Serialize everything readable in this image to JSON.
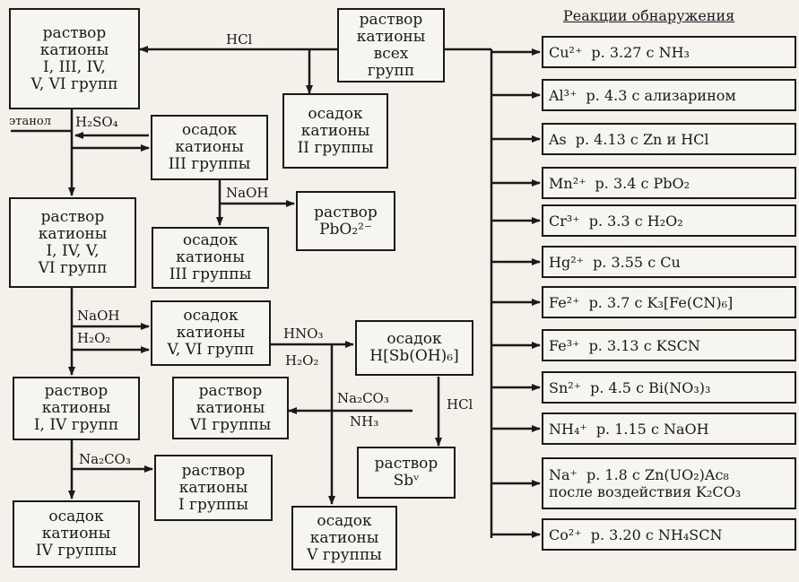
{
  "header": "Реакции обнаружения",
  "boxes": {
    "all_groups": [
      "раствор",
      "катионы",
      "всех",
      "групп"
    ],
    "r_1_6": [
      "раствор",
      "катионы",
      "I, III, IV,",
      "V, VI групп"
    ],
    "s_2": [
      "осадок",
      "катионы",
      "II группы"
    ],
    "s_3a": [
      "осадок",
      "катионы",
      "III группы"
    ],
    "r_pb": [
      "раствор",
      "PbO₂²⁻"
    ],
    "r_1456": [
      "раствор",
      "катионы",
      "I, IV, V,",
      "VI групп"
    ],
    "s_3b": [
      "осадок",
      "катионы",
      "III группы"
    ],
    "s_56": [
      "осадок",
      "катионы",
      "V, VI групп"
    ],
    "s_sb": [
      "осадок",
      "H[Sb(OH)₆]"
    ],
    "r_14": [
      "раствор",
      "катионы",
      "I, IV групп"
    ],
    "r_6": [
      "раствор",
      "катионы",
      "VI группы"
    ],
    "r_sbv": [
      "раствор",
      "Sbᵛ"
    ],
    "r_1": [
      "раствор",
      "катионы",
      "I группы"
    ],
    "s_4": [
      "осадок",
      "катионы",
      "IV группы"
    ],
    "s_5": [
      "осадок",
      "катионы",
      "V группы"
    ]
  },
  "labels": {
    "hcl_top": "HCl",
    "ethanol": "этанол",
    "h2so4": "H₂SO₄",
    "naoh_1": "NaOH",
    "naoh_2": "NaOH",
    "h2o2_1": "H₂O₂",
    "hno3": "HNO₃",
    "h2o2_2": "H₂O₂",
    "na2co3_1": "Na₂CO₃",
    "nh3": "NH₃",
    "hcl_2": "HCl",
    "na2co3_2": "Na₂CO₃"
  },
  "reactions": [
    {
      "ion": "Cu²⁺",
      "text": "р. 3.27 с NH₃"
    },
    {
      "ion": "Al³⁺",
      "text": "р. 4.3 с ализарином"
    },
    {
      "ion": "As",
      "text": "р. 4.13 с Zn и HCl"
    },
    {
      "ion": "Mn²⁺",
      "text": "р. 3.4 с PbO₂"
    },
    {
      "ion": "Cr³⁺",
      "text": "р. 3.3 с H₂O₂"
    },
    {
      "ion": "Hg²⁺",
      "text": "р. 3.55 с Cu"
    },
    {
      "ion": "Fe²⁺",
      "text": "р. 3.7 с K₃[Fe(CN)₆]"
    },
    {
      "ion": "Fe³⁺",
      "text": "р. 3.13 с KSCN"
    },
    {
      "ion": "Sn²⁺",
      "text": "р. 4.5 с Bi(NO₃)₃"
    },
    {
      "ion": "NH₄⁺",
      "text": "р. 1.15 с NaOH"
    },
    {
      "ion": "Na⁺",
      "text": "р. 1.8 с Zn(UO₂)Ac₈",
      "text2": "после воздействия K₂CO₃"
    },
    {
      "ion": "Co²⁺",
      "text": "р. 3.20 с NH₄SCN"
    }
  ]
}
